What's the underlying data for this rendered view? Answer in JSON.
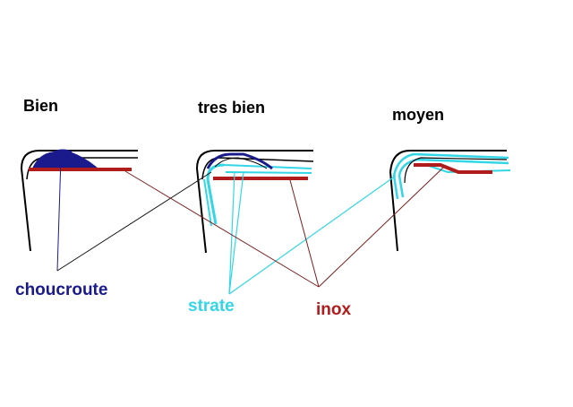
{
  "headings": {
    "bien": "Bien",
    "tres_bien": "tres bien",
    "moyen": "moyen"
  },
  "labels": {
    "choucroute": "choucroute",
    "strate": "strate",
    "inox": "inox"
  },
  "colors": {
    "outline": "#000000",
    "choucroute": "#1a1a8c",
    "strate": "#33d6e6",
    "inox": "#b01c1c",
    "leader_black": "#111111",
    "leader_inox": "#7a1e1e"
  }
}
